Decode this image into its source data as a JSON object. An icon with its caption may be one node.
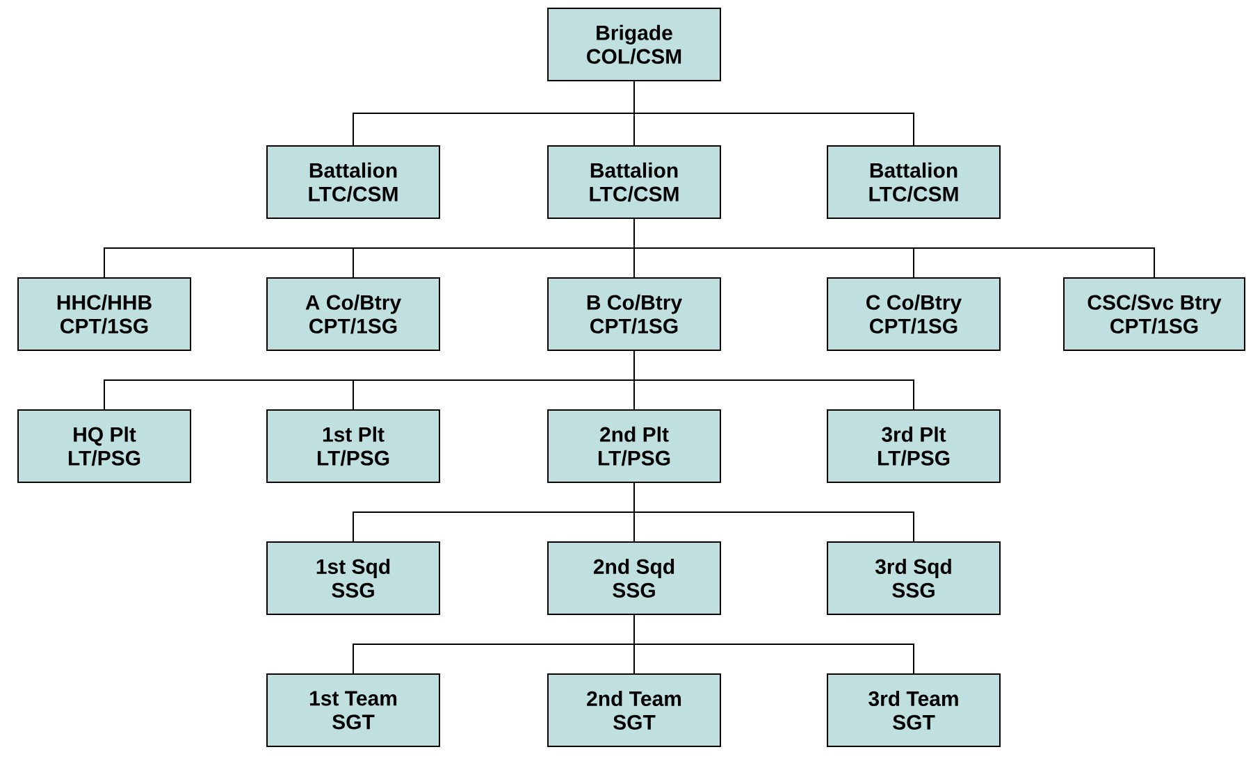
{
  "diagram": {
    "nodes": [
      {
        "text": [
          "Brigade",
          "COL/CSM"
        ]
      },
      {
        "text": [
          "Battalion",
          "LTC/CSM"
        ]
      },
      {
        "text": [
          "Battalion",
          "LTC/CSM"
        ]
      },
      {
        "text": [
          "Battalion",
          "LTC/CSM"
        ]
      },
      {
        "text": [
          "HHC/HHB",
          "CPT/1SG"
        ]
      },
      {
        "text": [
          "A Co/Btry",
          "CPT/1SG"
        ]
      },
      {
        "text": [
          "B Co/Btry",
          "CPT/1SG"
        ]
      },
      {
        "text": [
          "C Co/Btry",
          "CPT/1SG"
        ]
      },
      {
        "text": [
          "CSC/Svc Btry",
          "CPT/1SG"
        ]
      },
      {
        "text": [
          "HQ Plt",
          "LT/PSG"
        ]
      },
      {
        "text": [
          "1st Plt",
          "LT/PSG"
        ]
      },
      {
        "text": [
          "2nd Plt",
          "LT/PSG"
        ]
      },
      {
        "text": [
          "3rd Plt",
          "LT/PSG"
        ]
      },
      {
        "text": [
          "1st Sqd",
          "SSG"
        ]
      },
      {
        "text": [
          "2nd Sqd",
          "SSG"
        ]
      },
      {
        "text": [
          "3rd Sqd",
          "SSG"
        ]
      },
      {
        "text": [
          "1st Team",
          "SGT"
        ]
      },
      {
        "text": [
          "2nd Team",
          "SGT"
        ]
      },
      {
        "text": [
          "3rd Team",
          "SGT"
        ]
      }
    ],
    "edges": [
      {
        "from": 0,
        "to": 1,
        "arrow": "none"
      },
      {
        "from": 0,
        "to": 2,
        "arrow": "none"
      },
      {
        "from": 0,
        "to": 3,
        "arrow": "none"
      },
      {
        "from": 2,
        "to": 4,
        "arrow": "none"
      },
      {
        "from": 2,
        "to": 5,
        "arrow": "none"
      },
      {
        "from": 2,
        "to": 6,
        "arrow": "none"
      },
      {
        "from": 2,
        "to": 7,
        "arrow": "none"
      },
      {
        "from": 2,
        "to": 8,
        "arrow": "none"
      },
      {
        "from": 6,
        "to": 9,
        "arrow": "none"
      },
      {
        "from": 6,
        "to": 10,
        "arrow": "none"
      },
      {
        "from": 6,
        "to": 11,
        "arrow": "none"
      },
      {
        "from": 6,
        "to": 12,
        "arrow": "none"
      },
      {
        "from": 11,
        "to": 13,
        "arrow": "none"
      },
      {
        "from": 11,
        "to": 14,
        "arrow": "none"
      },
      {
        "from": 11,
        "to": 15,
        "arrow": "none"
      },
      {
        "from": 14,
        "to": 16,
        "arrow": "none"
      },
      {
        "from": 14,
        "to": 17,
        "arrow": "none"
      },
      {
        "from": 14,
        "to": 18,
        "arrow": "none"
      }
    ]
  }
}
